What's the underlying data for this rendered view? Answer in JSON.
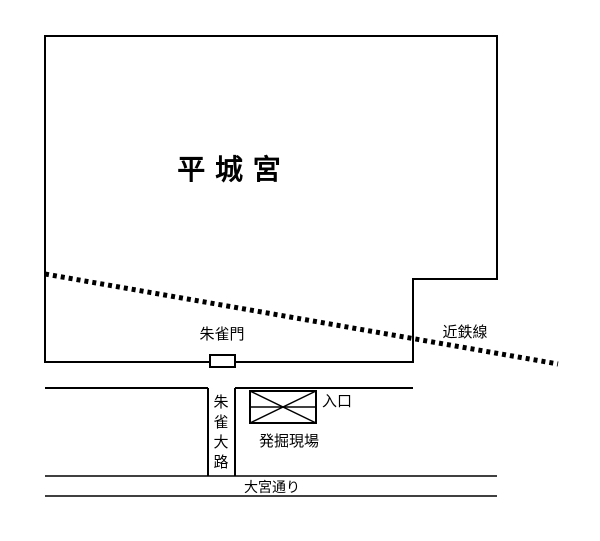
{
  "map": {
    "palace_label": "平 城 宮",
    "gate_label": "朱雀門",
    "railway_label": "近鉄線",
    "entrance_label": "入口",
    "site_label": "発掘現場",
    "avenue_chars": [
      "朱",
      "雀",
      "大",
      "路"
    ],
    "street_label": "大宮通り"
  },
  "colors": {
    "ink": "#000000",
    "paper": "#ffffff"
  }
}
